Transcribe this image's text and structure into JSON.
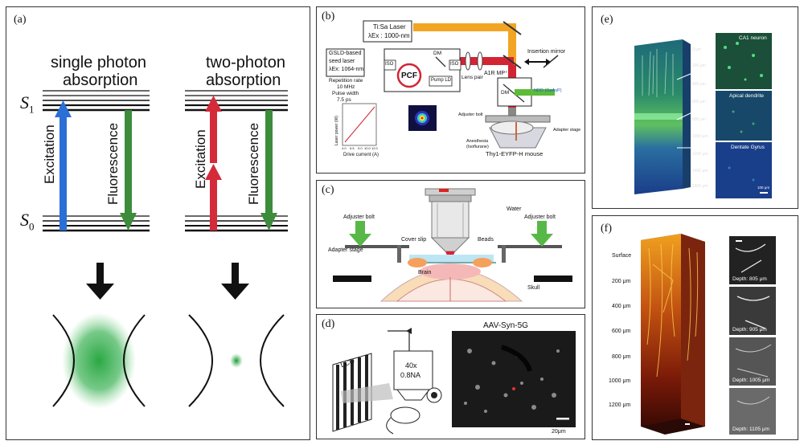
{
  "panel_a": {
    "label": "(a)",
    "left_title": [
      "single photon",
      "absorption"
    ],
    "right_title": [
      "two-photon",
      "absorption"
    ],
    "s1": "S",
    "s1_sub": "1",
    "s0": "S",
    "s0_sub": "0",
    "excitation": "Excitation",
    "fluorescence": "Fluorescence",
    "colors": {
      "excitation_single": "#2a6fd6",
      "excitation_two": "#d42b3a",
      "fluorescence": "#3c8c3c"
    }
  },
  "panel_b": {
    "label": "(b)",
    "tisa": "Ti:Sa Laser",
    "tisa_lambda": "λEx : 1000-nm",
    "seed": [
      "GSLD-based",
      "seed laser",
      "λEx: 1064-nm"
    ],
    "params": [
      "Repetition rate",
      "10 MHz",
      "Pulse width",
      "7.5 ps"
    ],
    "iso1": "ISO",
    "iso2": "ISO",
    "dm1": "DM",
    "pcf": "PCF",
    "pump": "Pump LD",
    "lens_pair": "Lens pair",
    "insertion_mirror": "Insertion mirror",
    "a1r": "A1R MP⁺",
    "dm2": "DM",
    "ndd": "NDD (GaAsP)",
    "adjuster_bolt": "Adjuster bolt",
    "adapter_stage": "Adapter stage",
    "anesthesia": [
      "Anesthesia",
      "(Isoflurane)"
    ],
    "mouse": "Thy1-EYFP-H mouse",
    "plot_ylabel": "Laser power (W)",
    "plot_xlabel": "Drive current (A)",
    "plot_xticks": [
      "4.0",
      "6.5",
      "9.0",
      "10.0",
      "12.0"
    ]
  },
  "panel_c": {
    "label": "(c)",
    "water": "Water",
    "adjuster_left": "Adjuster bolt",
    "adjuster_right": "Adjuster bolt",
    "adapter_stage": "Adapter stage",
    "cover_slip": "Cover slip",
    "beads": "Beads",
    "brain": "Brain",
    "skull": "Skull"
  },
  "panel_d": {
    "label": "(d)",
    "lcd": "LCD",
    "objective": [
      "40x",
      "0.8NA"
    ],
    "image_title": "AAV-Syn-5G",
    "scale": "20μm"
  },
  "panel_e": {
    "label": "(e)",
    "depths": [
      "0 μm",
      "200 μm",
      "400 μm",
      "600 μm",
      "800 μm",
      "1000 μm",
      "1200 μm",
      "1400 μm",
      "1600 μm"
    ],
    "insets": [
      "CA1 neuron",
      "Apical dendrite",
      "Dentate Gyrus"
    ],
    "scale": "100 μm"
  },
  "panel_f": {
    "label": "(f)",
    "surface": "Surface",
    "depths": [
      "200 μm",
      "400 μm",
      "600 μm",
      "800 μm",
      "1000 μm",
      "1200 μm"
    ],
    "insets": [
      "Depth: 805 μm",
      "Depth: 905 μm",
      "Depth: 1005 μm",
      "Depth: 1105 μm"
    ]
  }
}
